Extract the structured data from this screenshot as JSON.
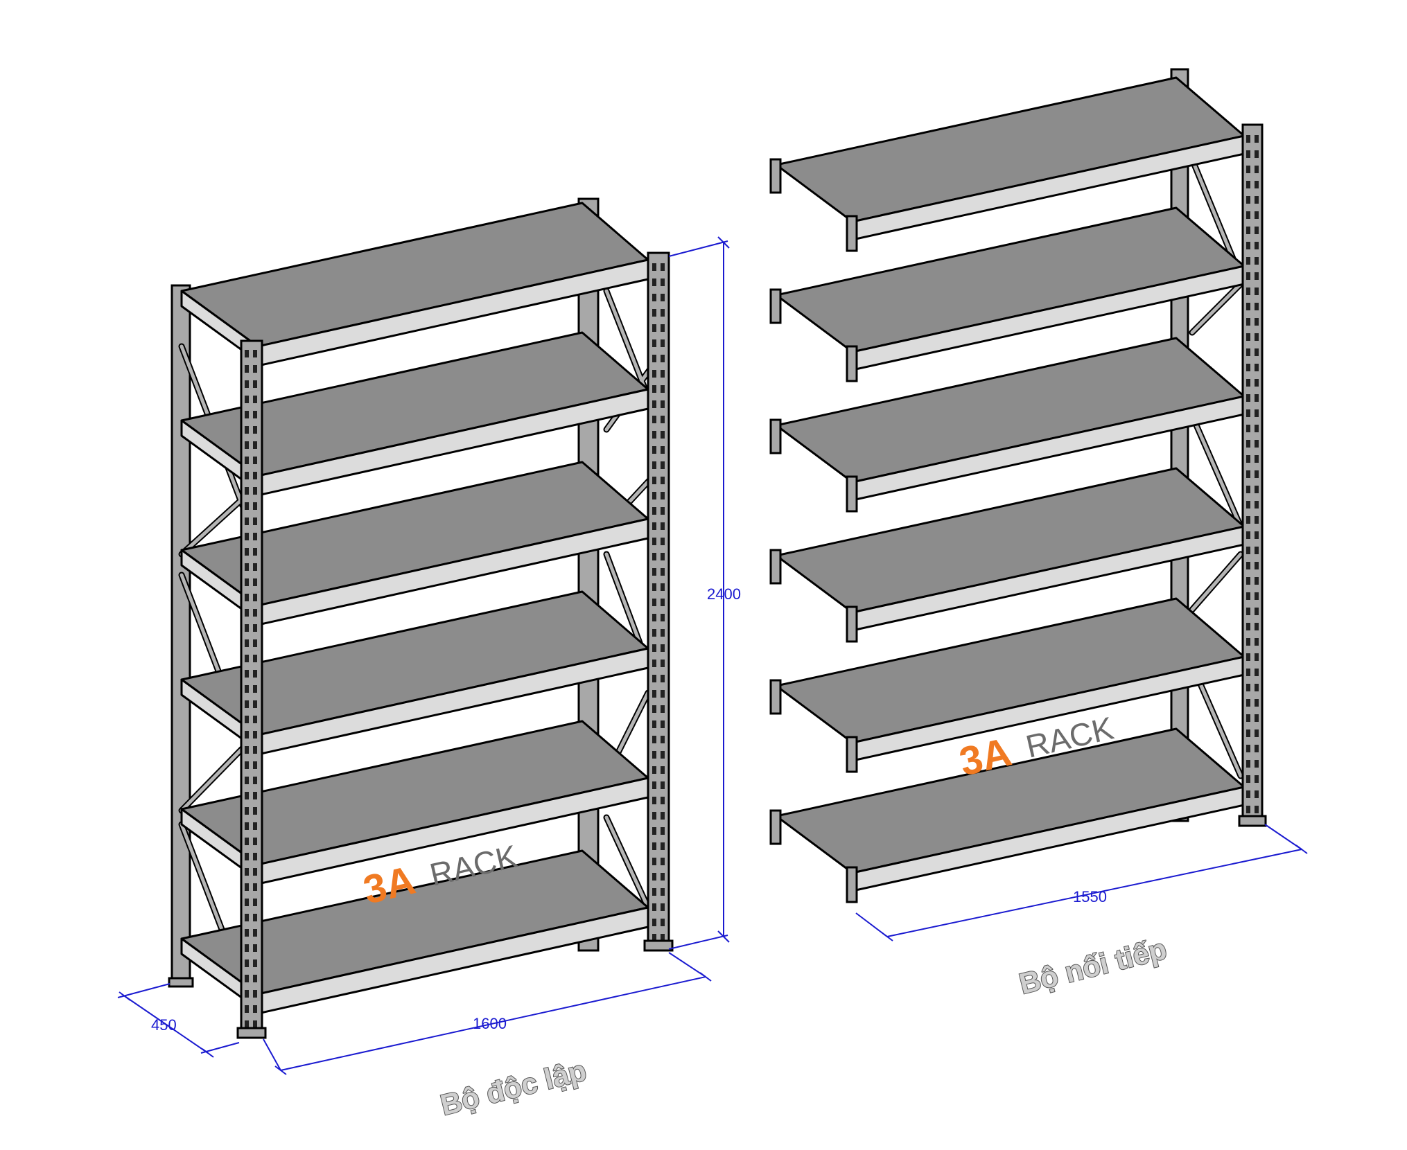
{
  "dimensions": {
    "height": "2400",
    "depth": "450",
    "width_standalone": "1600",
    "width_extension": "1550"
  },
  "captions": {
    "standalone": "Bộ độc lập",
    "extension": "Bộ nối tiếp"
  },
  "logo": {
    "mark": "3A",
    "text": "RACK",
    "mark_color": "#f07a22",
    "text_color": "#6b6b6b"
  },
  "colors": {
    "dimension": "#1a1ad0",
    "shelf": "#8c8c8c",
    "beam": "#dcdcdc"
  },
  "standalone_rack": {
    "shelves": 6
  },
  "extension_rack": {
    "shelves": 6
  }
}
